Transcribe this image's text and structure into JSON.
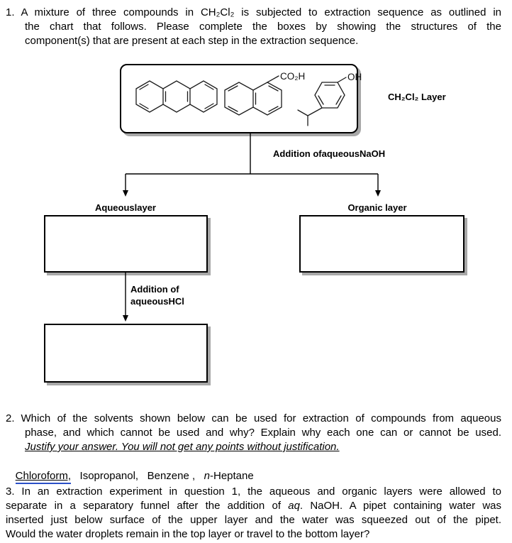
{
  "colors": {
    "ink": "#000000",
    "box_shadow": "#a8a8a8",
    "chloroform_underline": "#2b50c8"
  },
  "q1": {
    "number": "1.",
    "line1": "A mixture of three compounds in CH₂Cl₂ is subjected to extraction sequence as outlined in",
    "line2": "the chart that follows. Please complete the boxes by showing the structures of the",
    "line3": "component(s) that are present at each step in the extraction sequence."
  },
  "flowchart": {
    "mixture_box": {
      "compounds": [
        "anthracene",
        "2-naphthoic acid",
        "4-isopropylphenol"
      ],
      "co2h_label": "CO₂H",
      "oh_label": "OH"
    },
    "layer_label": "CH₂Cl₂ Layer",
    "naoh_label": "Addition ofaqueousNaOH",
    "aqueous_label": "Aqueouslayer",
    "organic_label": "Organic layer",
    "hcl_label_line1": "Addition of",
    "hcl_label_line2": "aqueousHCl"
  },
  "q2": {
    "number": "2.",
    "line1": "Which of the solvents shown below can be used for extraction of compounds from aqueous",
    "line2": "phase, and which cannot be used and why? Explain why each one can or cannot be used.",
    "line3": "Justify your answer. You will not get any points without justification.",
    "solvent_chloroform": "Chloroform,",
    "solvents_mid": "   Isopropanol,   Benzene ,   ",
    "solvent_n_prefix": "n",
    "solvent_heptane": "-Heptane"
  },
  "q3": {
    "line1": "3. In an extraction experiment in question 1, the aqueous and organic layers were allowed to",
    "line2_a": "separate in a separatory funnel after the addition of ",
    "line2_b": "aq",
    "line2_c": ". NaOH. A pipet containing water was",
    "line3": "inserted just below surface of the upper layer and the water was squeezed out of the pipet.",
    "line4": "Would the water droplets remain in the top layer or travel to the bottom layer?"
  }
}
